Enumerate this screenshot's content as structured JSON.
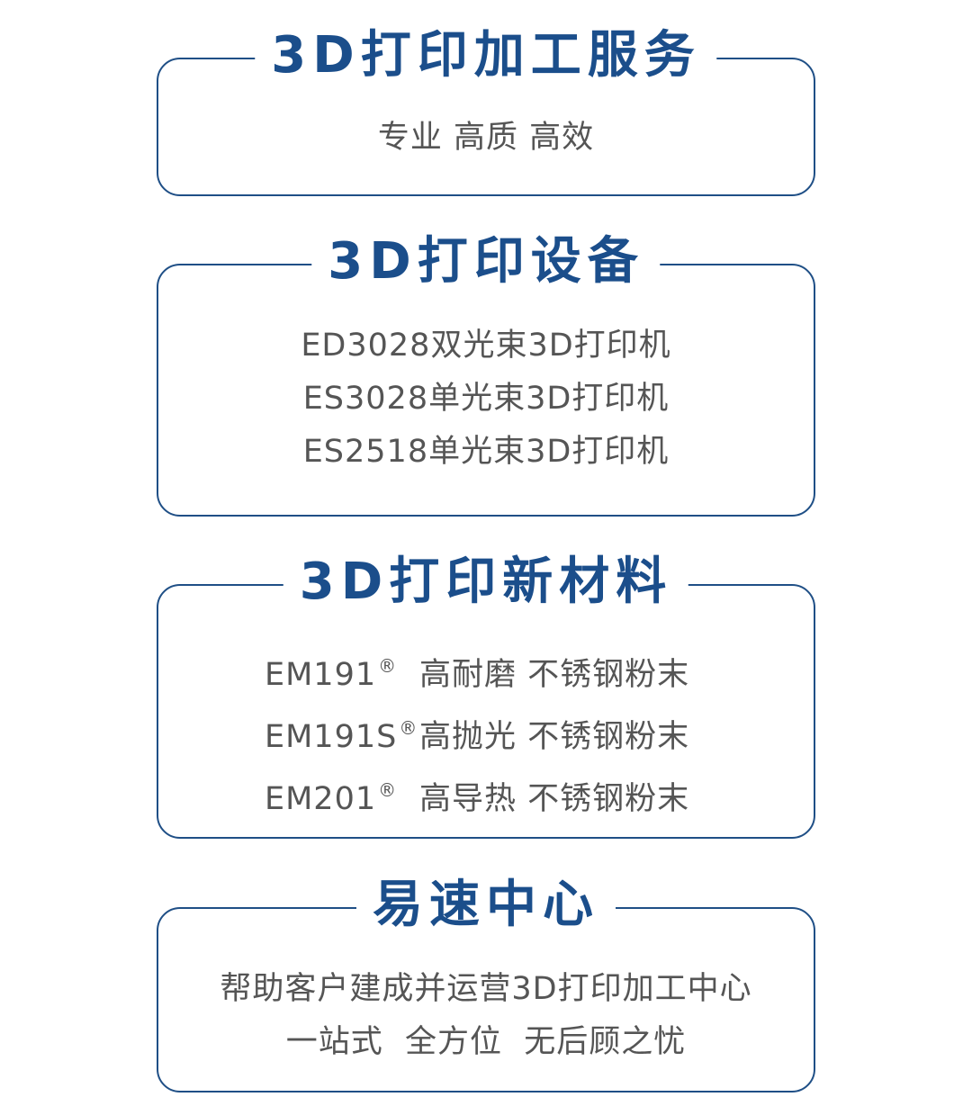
{
  "sections": [
    {
      "title": "3D打印加工服务",
      "lines": [
        "专业 高质 高效"
      ]
    },
    {
      "title": "3D打印设备",
      "lines": [
        "ED3028双光束3D打印机",
        "ES3028单光束3D打印机",
        "ES2518单光束3D打印机"
      ]
    },
    {
      "title": "3D打印新材料",
      "materials": [
        {
          "code": "EM191",
          "mark": "®",
          "desc": "高耐磨 不锈钢粉末"
        },
        {
          "code": "EM191S",
          "mark": "®",
          "desc": "高抛光 不锈钢粉末"
        },
        {
          "code": "EM201",
          "mark": "®",
          "desc": "高导热 不锈钢粉末"
        }
      ]
    },
    {
      "title": "易速中心",
      "lines": [
        "帮助客户建成并运营3D打印加工中心",
        "一站式  全方位  无后顾之忧"
      ]
    }
  ],
  "colors": {
    "title": "#1b4e8b",
    "border": "#1f4f86",
    "body_text": "#555555"
  }
}
